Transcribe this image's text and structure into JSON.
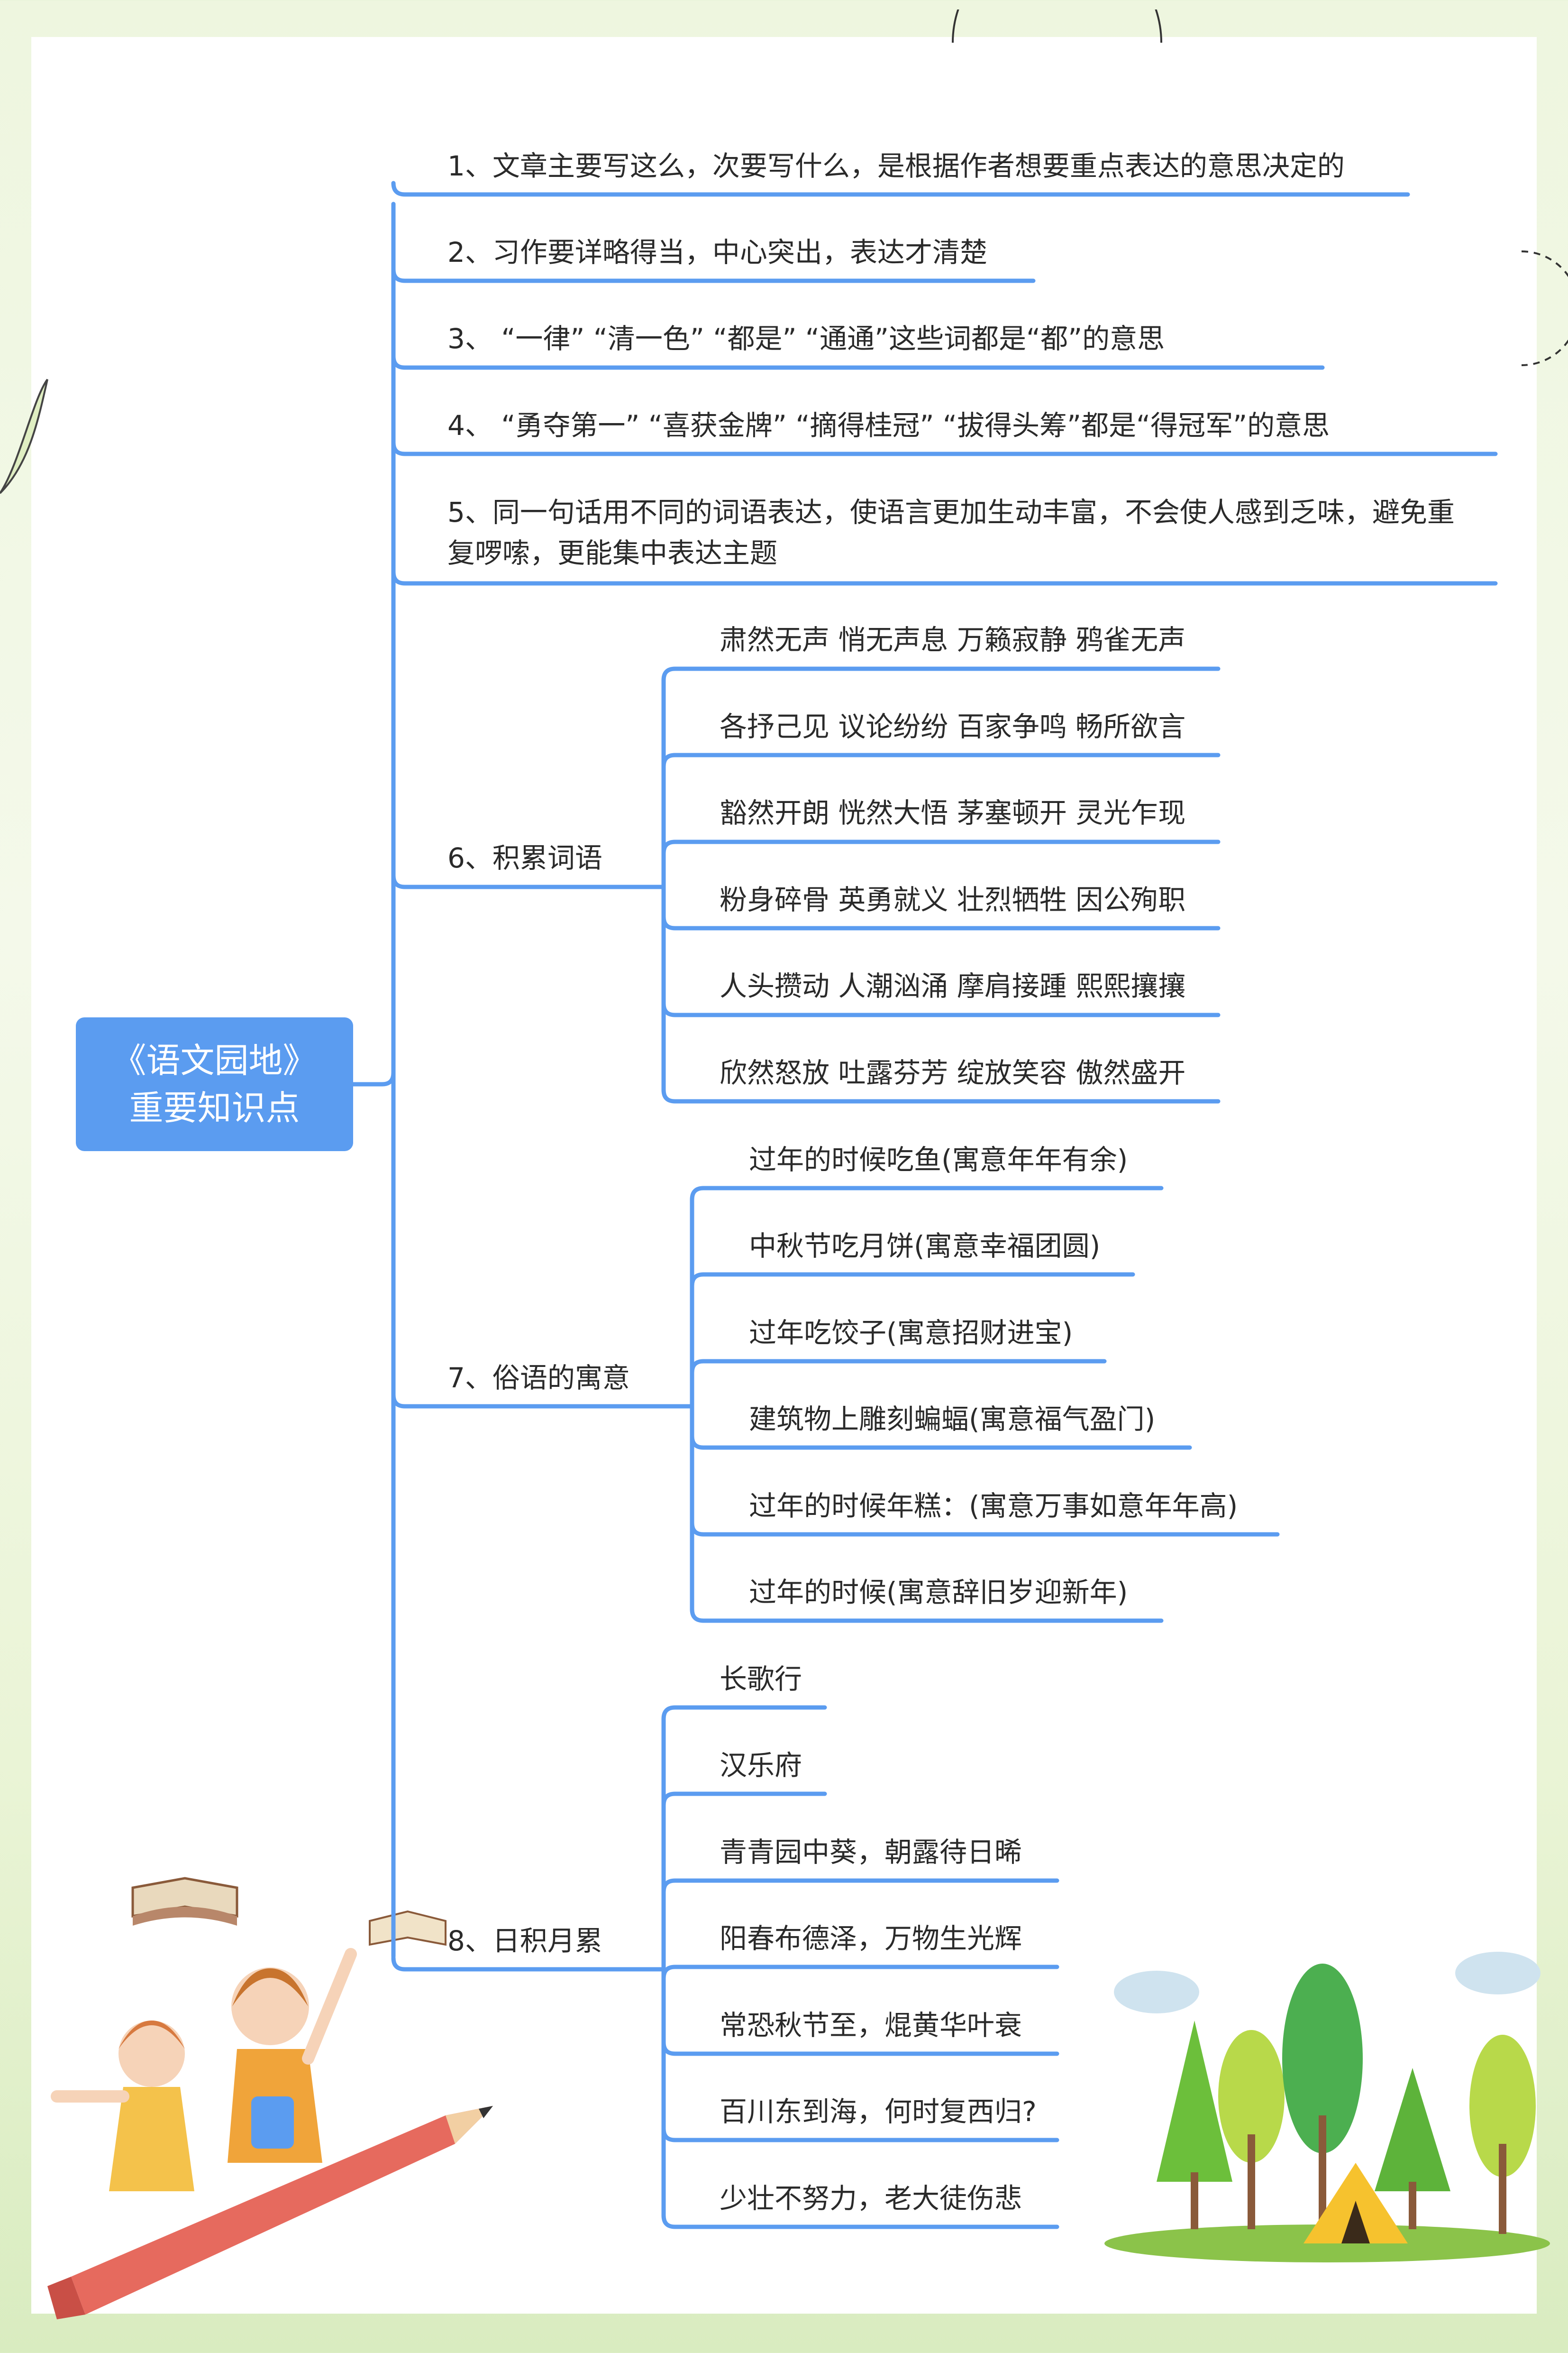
{
  "root": {
    "line1": "《语文园地》",
    "line2": "重要知识点"
  },
  "branches": [
    {
      "label": "1、文章主要写这么，次要写什么，是根据作者想要重点表达的意思决定的"
    },
    {
      "label": "2、习作要详略得当，中心突出，表达才清楚"
    },
    {
      "label": "3、 “一律” “清一色” “都是” “通通”这些词都是“都”的意思"
    },
    {
      "label": "4、 “勇夺第一” “喜获金牌” “摘得桂冠” “拔得头筹”都是“得冠军”的意思"
    },
    {
      "label": "5、同一句话用不同的词语表达，使语言更加生动丰富，不会使人感到乏味，避免重复啰嗦，更能集中表达主题"
    },
    {
      "label": "6、积累词语",
      "children": [
        "肃然无声 悄无声息 万籁寂静 鸦雀无声",
        "各抒己见 议论纷纷 百家争鸣 畅所欲言",
        "豁然开朗 恍然大悟 茅塞顿开 灵光乍现",
        "粉身碎骨 英勇就义 壮烈牺牲 因公殉职",
        "人头攒动 人潮汹涌 摩肩接踵 熙熙攘攘",
        "欣然怒放 吐露芬芳 绽放笑容 傲然盛开"
      ]
    },
    {
      "label": "7、俗语的寓意",
      "children": [
        "过年的时候吃鱼(寓意年年有余)",
        "中秋节吃月饼(寓意幸福团圆)",
        "过年吃饺子(寓意招财进宝)",
        "建筑物上雕刻蝙蝠(寓意福气盈门)",
        "过年的时候年糕：(寓意万事如意年年高)",
        "过年的时候(寓意辞旧岁迎新年)"
      ]
    },
    {
      "label": "8、日积月累",
      "children": [
        "长歌行",
        "汉乐府",
        "青青园中葵，朝露待日晞",
        "阳春布德泽，万物生光辉",
        "常恐秋节至，焜黄华叶衰",
        "百川东到海，何时复西归?",
        "少壮不努力，老大徒伤悲"
      ]
    }
  ],
  "colors": {
    "line": "#5b9cf0",
    "root_bg": "#5b9cf0",
    "text": "#2a2a2a"
  }
}
